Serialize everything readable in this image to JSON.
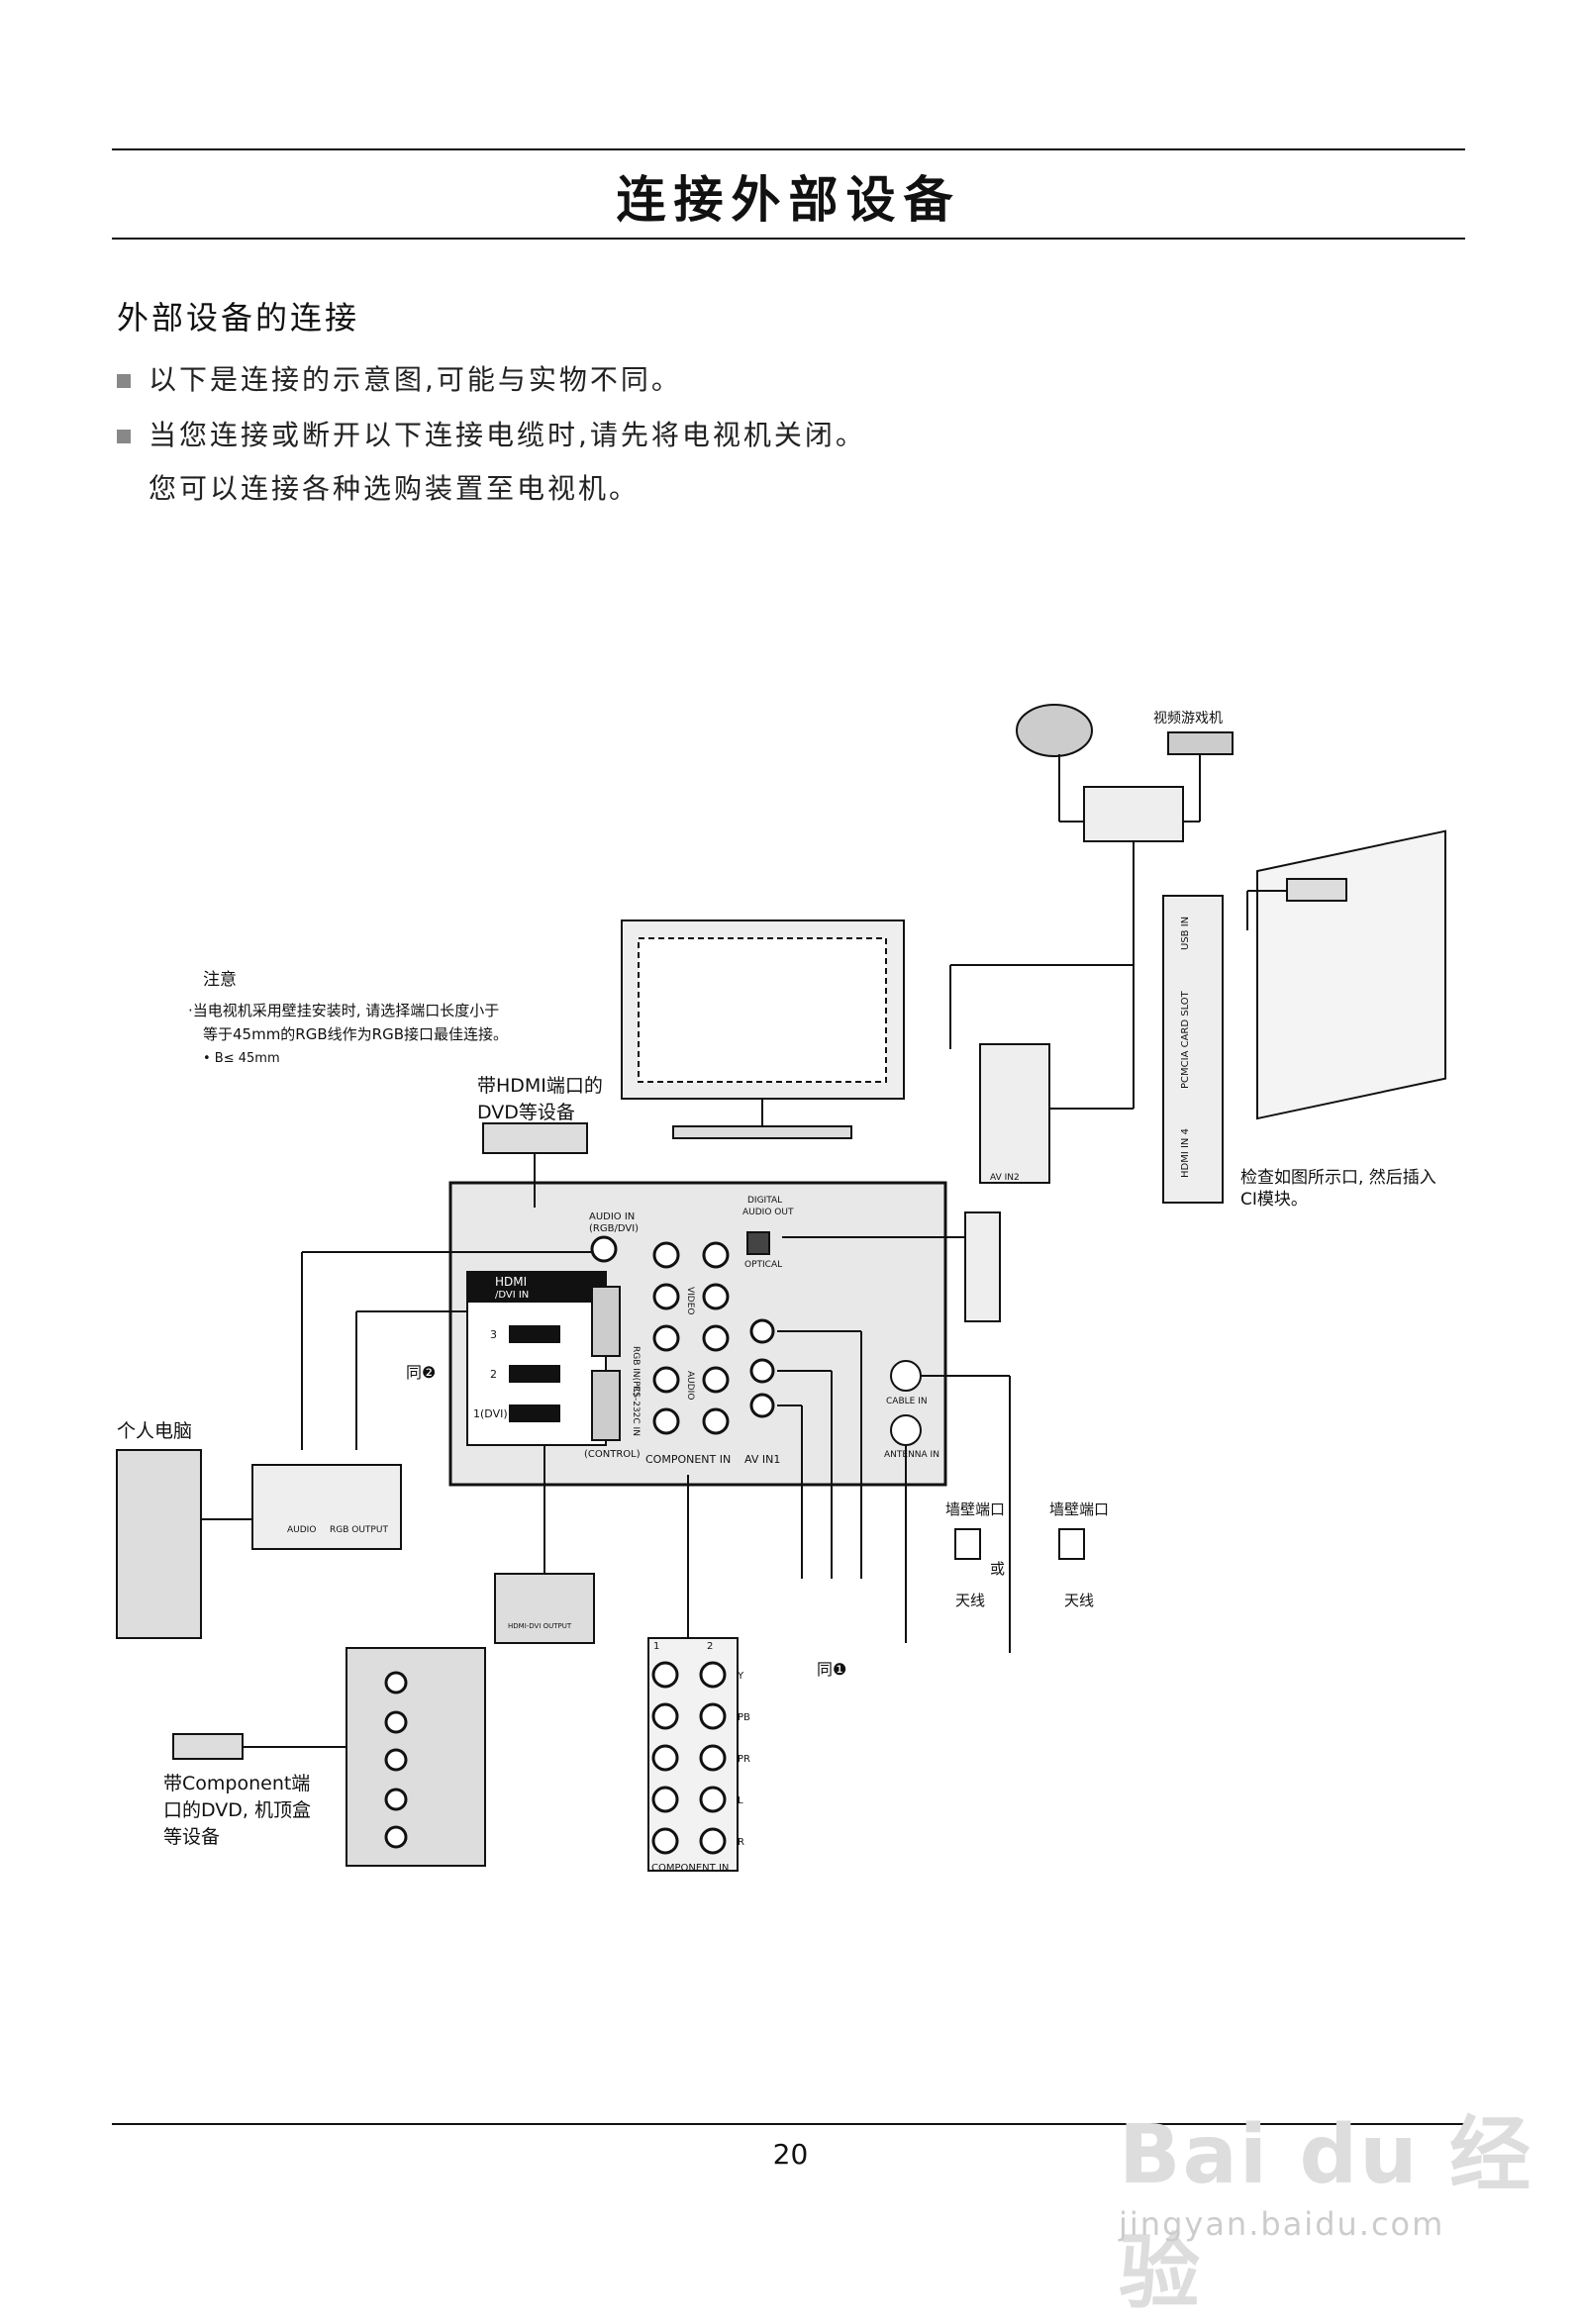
{
  "header": {
    "title": "连接外部设备"
  },
  "section_title": "外部设备的连接",
  "bullets": [
    "以下是连接的示意图,可能与实物不同。",
    "当您连接或断开以下连接电缆时,请先将电视机关闭。"
  ],
  "bullet_continuation": "您可以连接各种选购装置至电视机。",
  "diagram": {
    "note_title": "注意",
    "note_line1": "·当电视机采用壁挂安装时, 请选择端口长度小于",
    "note_line2": "等于45mm的RGB线作为RGB接口最佳连接。",
    "note_line3": "• B≤ 45mm",
    "game_console": "视频游戏机",
    "hdmi_dvd": [
      "带HDMI端口的",
      "DVD等设备"
    ],
    "check_ci": [
      "检查如图所示口, 然后插入",
      "CI模块。"
    ],
    "pc": "个人电脑",
    "same2": "同❷",
    "same1": "同❶",
    "wall_jack1": "墙壁端口",
    "wall_jack2": "墙壁端口",
    "or": "或",
    "antenna1": "天线",
    "antenna2": "天线",
    "component_dev": [
      "带Component端",
      "口的DVD, 机顶盒",
      "等设备"
    ],
    "audio_in": [
      "AUDIO IN",
      "(RGB/DVI)"
    ],
    "digital_audio_out": [
      "DIGITAL",
      "AUDIO OUT"
    ],
    "optical": "OPTICAL",
    "hdmi_dvi_in": [
      "HDMI",
      "/DVI IN"
    ],
    "rgb_in": "RGB IN(PC)",
    "rs232": "RS-232C IN",
    "control": "(CONTROL)",
    "component_in": "COMPONENT IN",
    "av_in1": "AV IN1",
    "cable_in": "CABLE IN",
    "antenna_in": "ANTENNA IN",
    "usb_in": "USB IN",
    "pcmcia": "PCMCIA CARD SLOT",
    "hdmi_in4": "HDMI IN 4",
    "av_in2": "AV IN2",
    "audio": "AUDIO",
    "rgb_output": "RGB OUTPUT",
    "hdmi_dvi_out": "HDMI-DVI OUTPUT",
    "video": "VIDEO",
    "audio_short": "AUDIO",
    "hdmi_port_nums": [
      "3",
      "2",
      "1(DVI)"
    ],
    "comp_cols": [
      "1",
      "2"
    ],
    "comp_rows": [
      "Y",
      "PB",
      "PR",
      "L",
      "R"
    ]
  },
  "footer": {
    "page_number": "20"
  },
  "watermark": {
    "logo": "Bai du 经验",
    "url": "jingyan.baidu.com"
  }
}
